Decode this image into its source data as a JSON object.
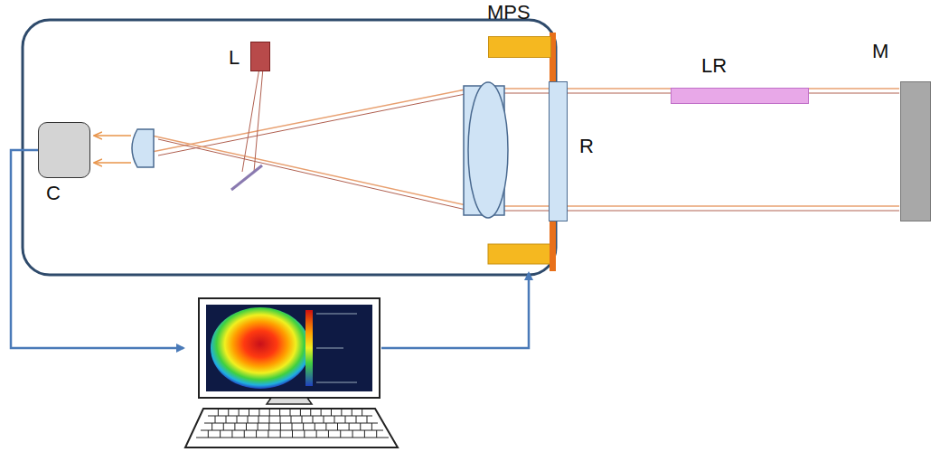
{
  "diagram": {
    "nodes": [
      {
        "text": [
          "MPS"
        ]
      },
      {
        "text": [
          "L"
        ]
      },
      {
        "text": [
          "LR"
        ]
      },
      {
        "text": [
          "C"
        ]
      },
      {
        "text": [
          "R"
        ]
      },
      {
        "text": [
          "M"
        ]
      }
    ]
  }
}
